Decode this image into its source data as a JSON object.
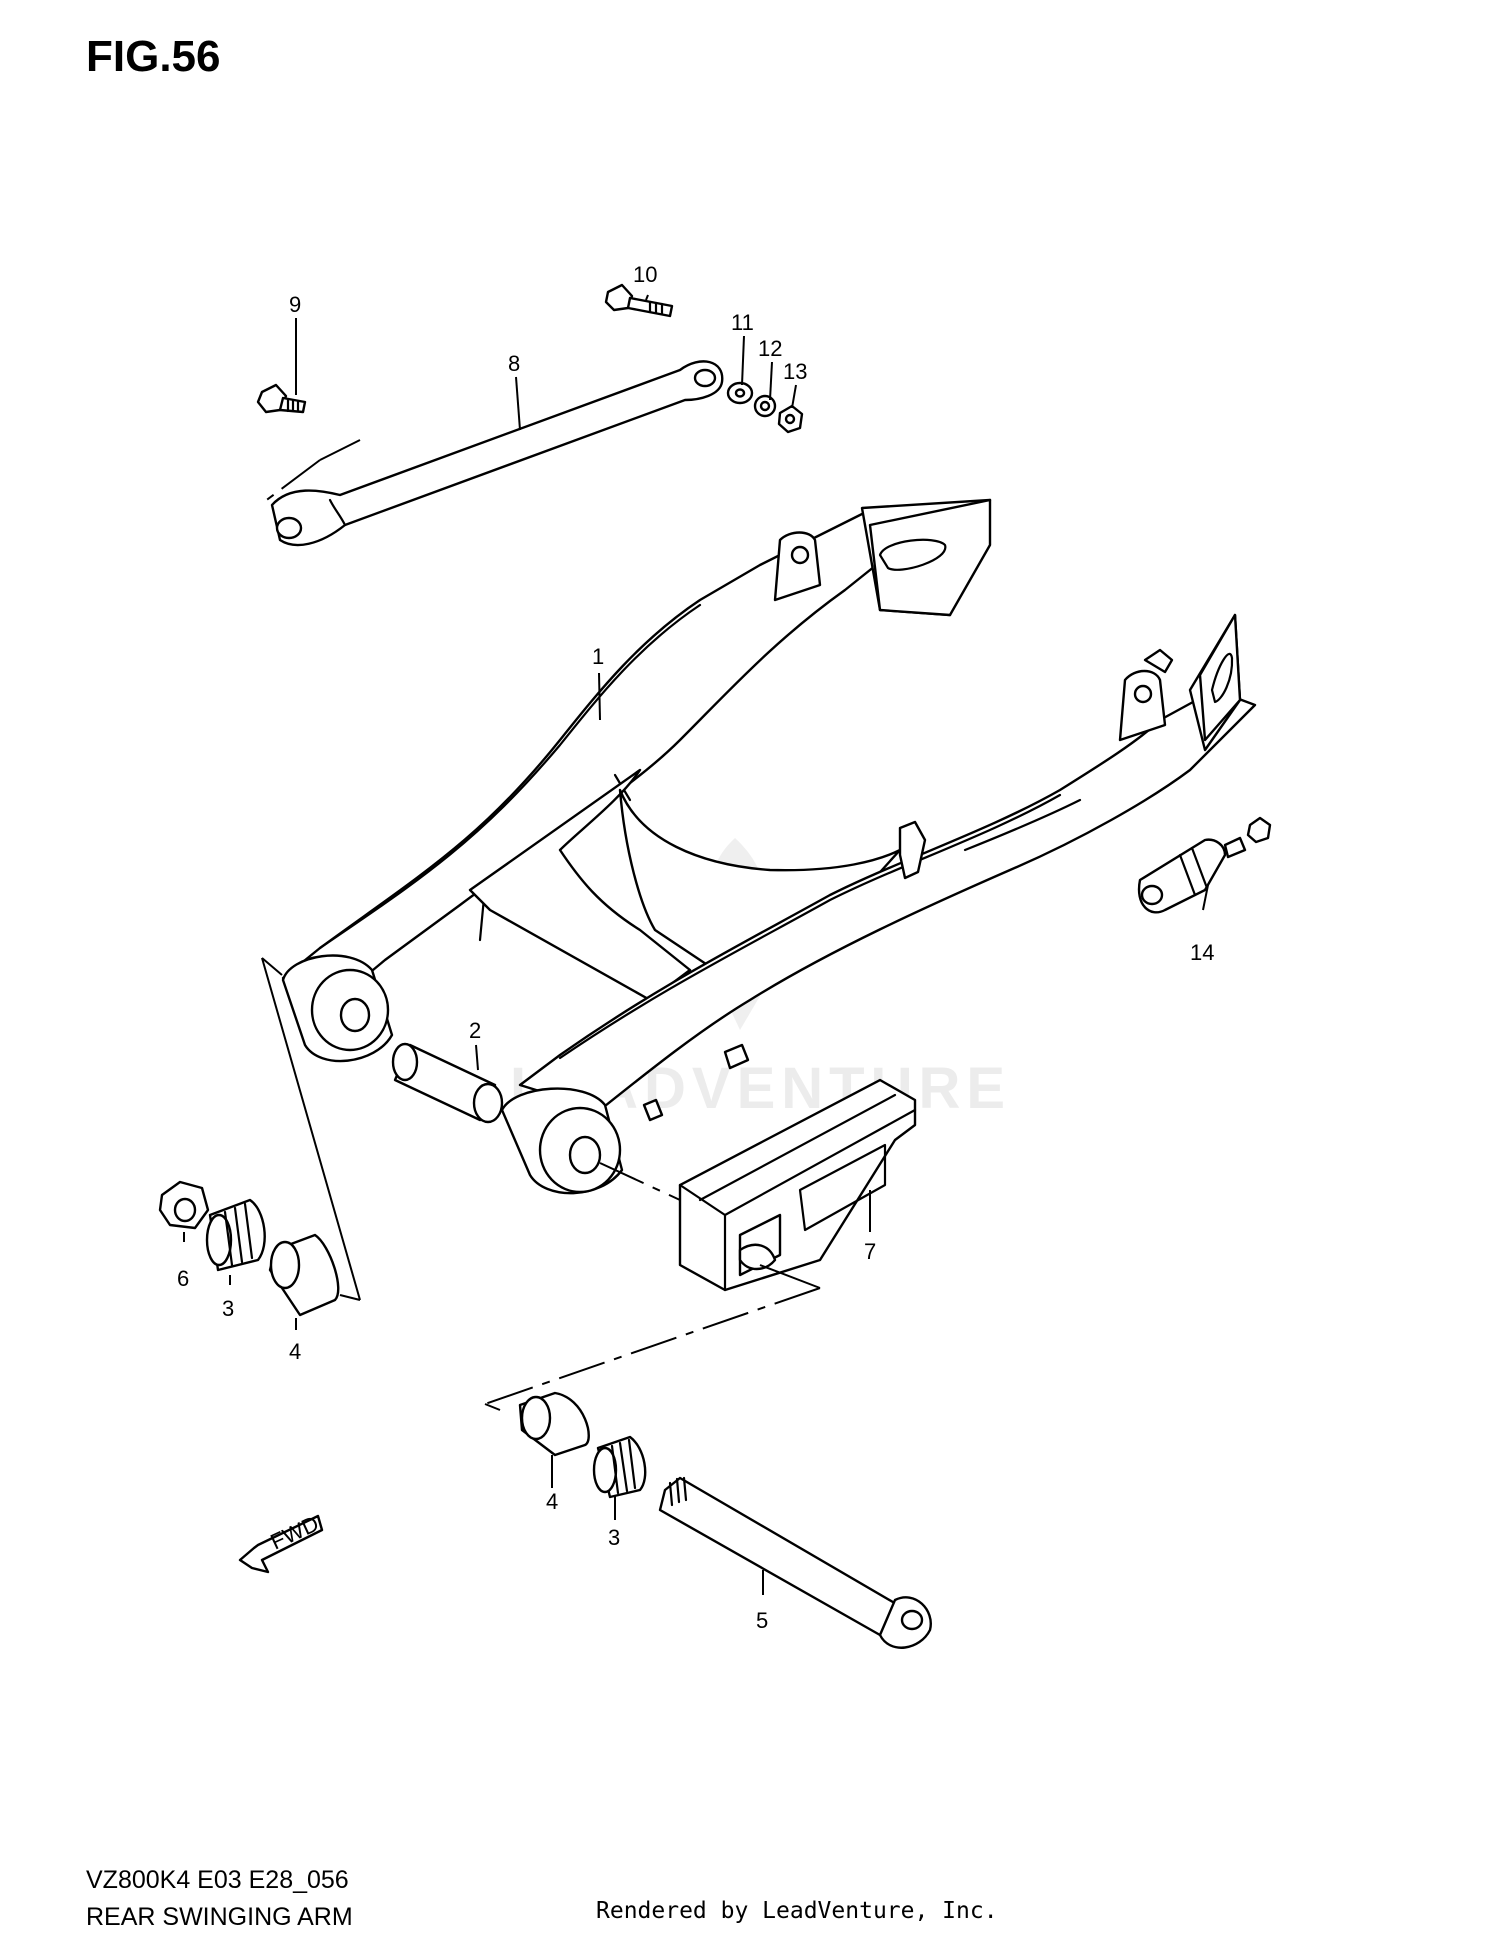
{
  "figure": {
    "title": "FIG.56",
    "code": "VZ800K4 E03 E28_056",
    "name": "REAR SWINGING ARM",
    "footer": "Rendered by LeadVenture, Inc.",
    "watermark": "LEADVENTURE",
    "fwd_label": "FWD"
  },
  "callouts": [
    "1",
    "2",
    "3",
    "3",
    "4",
    "4",
    "5",
    "6",
    "7",
    "8",
    "9",
    "10",
    "11",
    "12",
    "13",
    "14"
  ],
  "parts": [
    {
      "ref": "1",
      "name": "swingarm"
    },
    {
      "ref": "2",
      "name": "spacer"
    },
    {
      "ref": "3",
      "name": "bearing"
    },
    {
      "ref": "4",
      "name": "collar"
    },
    {
      "ref": "5",
      "name": "pivot-shaft"
    },
    {
      "ref": "6",
      "name": "nut"
    },
    {
      "ref": "7",
      "name": "chain-guard"
    },
    {
      "ref": "8",
      "name": "torque-link"
    },
    {
      "ref": "9",
      "name": "bolt"
    },
    {
      "ref": "10",
      "name": "bolt"
    },
    {
      "ref": "11",
      "name": "washer"
    },
    {
      "ref": "12",
      "name": "washer"
    },
    {
      "ref": "13",
      "name": "nut"
    },
    {
      "ref": "14",
      "name": "chain-adjuster"
    }
  ]
}
